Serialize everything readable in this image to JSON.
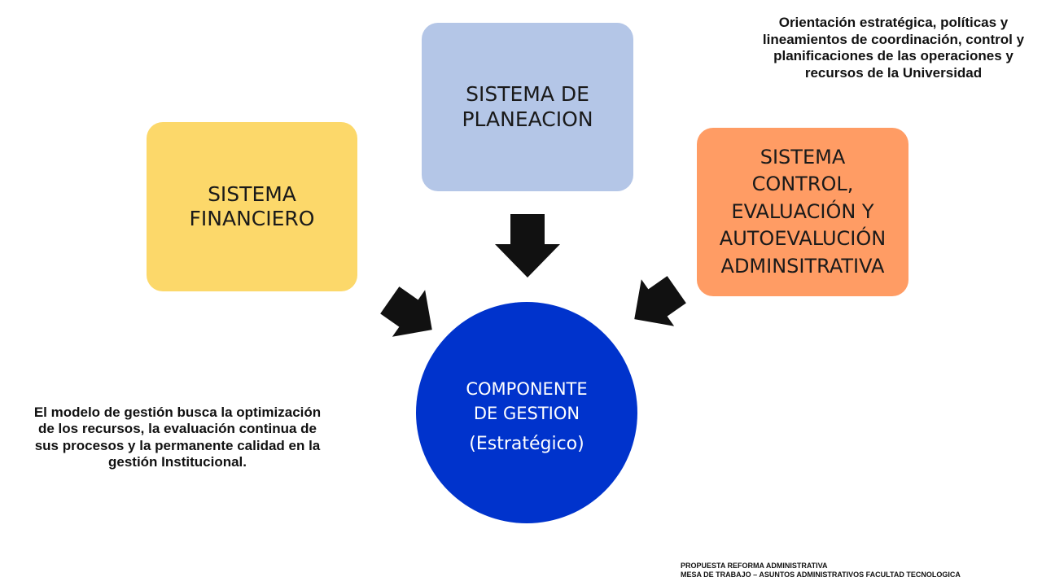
{
  "boxes": {
    "financiero": {
      "label": "SISTEMA\nFINANCIERO",
      "color": "#fcd86a"
    },
    "planeacion": {
      "label": "SISTEMA DE\nPLANEACION",
      "color": "#b4c6e7"
    },
    "control": {
      "label": "SISTEMA\nCONTROL,\nEVALUACIÓN Y\nAUTOEVALUCIÓN\nADMINSITRATIVA",
      "color": "#ff9c64"
    }
  },
  "center": {
    "title": "COMPONENTE\nDE GESTION",
    "subtitle": "(Estratégico)",
    "color": "#0033cc"
  },
  "notes": {
    "top_right": "Orientación estratégica, políticas y lineamientos de coordinación, control y planificaciones de las operaciones y recursos de la Universidad",
    "bottom_left": "El modelo de gestión busca la optimización de los recursos, la evaluación continua de sus procesos y la permanente calidad en la gestión Institucional."
  },
  "footer": {
    "line1": "PROPUESTA REFORMA ADMINISTRATIVA",
    "line2": "MESA DE TRABAJO – ASUNTOS ADMINISTRATIVOS  FACULTAD TECNOLOGICA"
  },
  "arrow_color": "#111111"
}
